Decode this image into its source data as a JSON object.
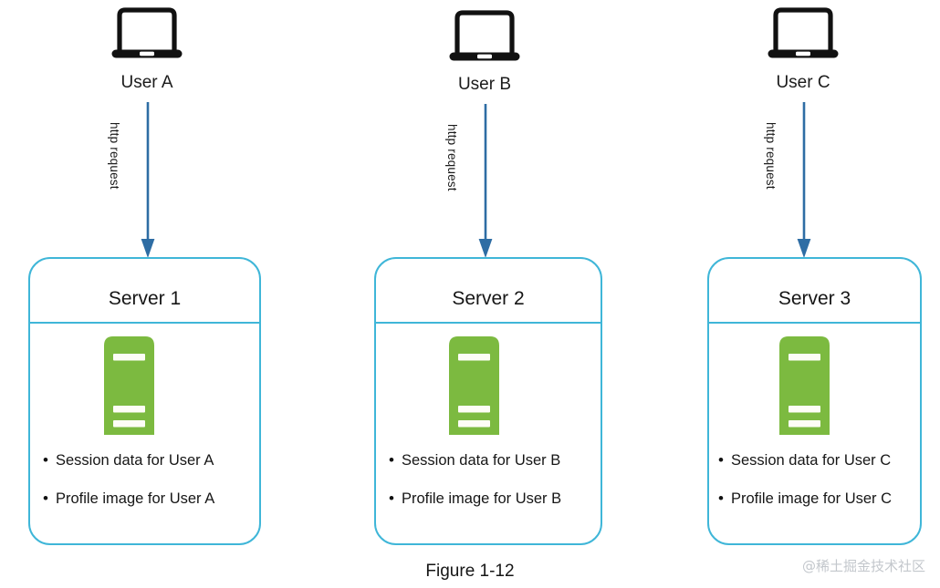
{
  "figure": {
    "caption": "Figure 1-12",
    "watermark": "@稀土掘金技术社区"
  },
  "colors": {
    "card_border": "#3fb6d8",
    "arrow": "#2e6da4",
    "server_green": "#7cba40",
    "laptop": "#111111",
    "watermark": "#c3c7cc"
  },
  "columns": [
    {
      "user_label": "User A",
      "laptop_icon": "laptop-icon",
      "arrow_icon": "down-arrow-icon",
      "arrow_label": "http request",
      "server": {
        "title": "Server 1",
        "rack_icon": "server-rack-icon",
        "items": [
          "Session data for User A",
          "Profile image for User A"
        ]
      }
    },
    {
      "user_label": "User B",
      "laptop_icon": "laptop-icon",
      "arrow_icon": "down-arrow-icon",
      "arrow_label": "http request",
      "server": {
        "title": "Server 2",
        "rack_icon": "server-rack-icon",
        "items": [
          "Session data for User B",
          "Profile image for User B"
        ]
      }
    },
    {
      "user_label": "User C",
      "laptop_icon": "laptop-icon",
      "arrow_icon": "down-arrow-icon",
      "arrow_label": "http request",
      "server": {
        "title": "Server 3",
        "rack_icon": "server-rack-icon",
        "items": [
          "Session data for User C",
          "Profile image for User C"
        ]
      }
    }
  ],
  "bullet_glyph": "•"
}
